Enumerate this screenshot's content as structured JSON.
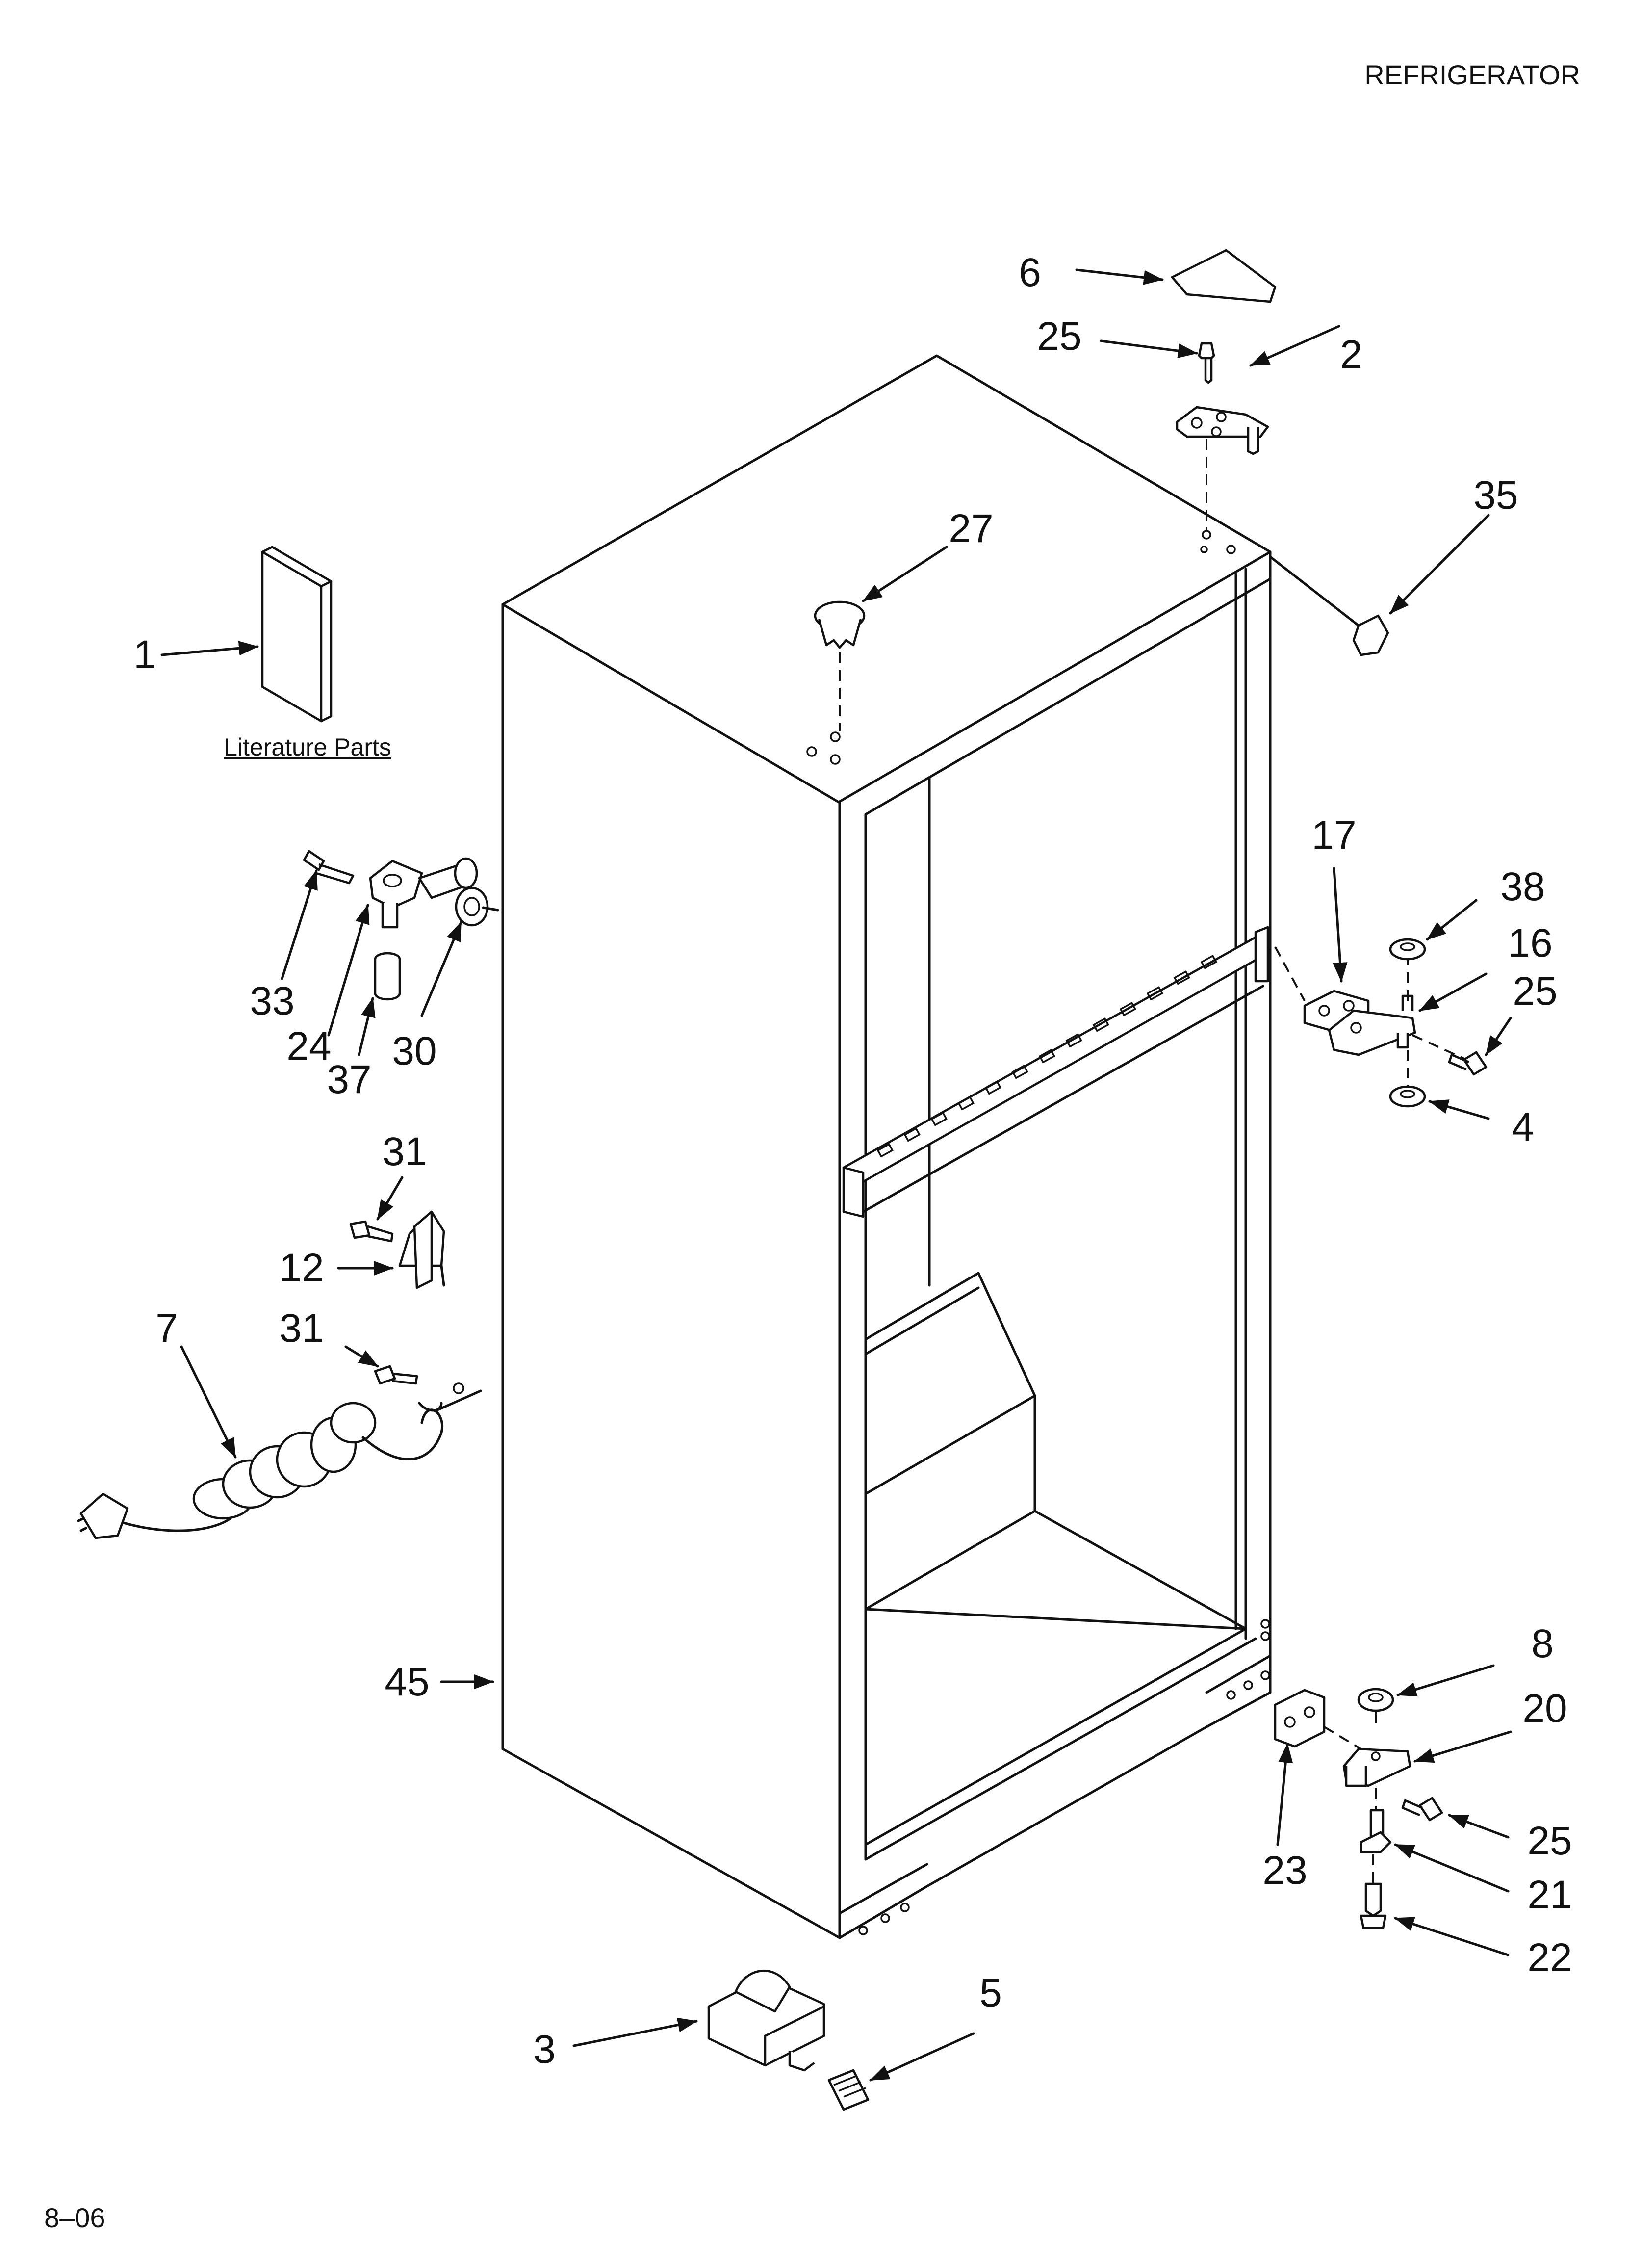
{
  "header": {
    "title": "REFRIGERATOR"
  },
  "footer": {
    "code": "8–06"
  },
  "literature": {
    "caption": "Literature Parts"
  },
  "callouts": {
    "c1": "1",
    "c2": "2",
    "c3": "3",
    "c4": "4",
    "c5": "5",
    "c6": "6",
    "c7": "7",
    "c8": "8",
    "c12": "12",
    "c16": "16",
    "c17": "17",
    "c20": "20",
    "c21": "21",
    "c22": "22",
    "c23": "23",
    "c24": "24",
    "c25a": "25",
    "c25b": "25",
    "c25c": "25",
    "c27": "27",
    "c30": "30",
    "c31a": "31",
    "c31b": "31",
    "c33": "33",
    "c35": "35",
    "c37": "37",
    "c38": "38",
    "c45": "45"
  }
}
